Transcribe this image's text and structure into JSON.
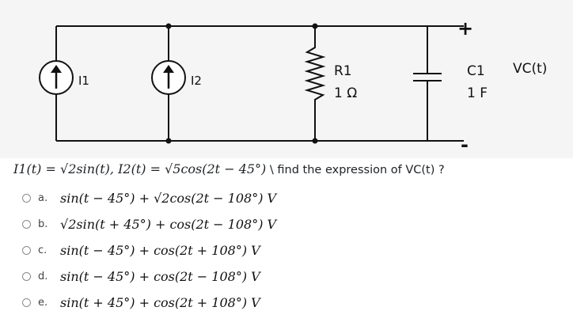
{
  "circuit": {
    "i1_label": "I1",
    "i2_label": "I2",
    "r1_name": "R1",
    "r1_value": "1 Ω",
    "c1_name": "C1",
    "c1_value": "1 F",
    "plus": "+",
    "minus": "-",
    "vc_label": "VC(t)"
  },
  "question": {
    "given": "I1(t) = √2sin(t), I2(t) = √5cos(2t − 45°)",
    "prompt": "\\ find the expression of VC(t) ?"
  },
  "options": [
    {
      "letter": "a.",
      "text": "sin(t − 45°) + √2cos(2t − 108°) V"
    },
    {
      "letter": "b.",
      "text": "√2sin(t + 45°) + cos(2t − 108°) V"
    },
    {
      "letter": "c.",
      "text": "sin(t − 45°) + cos(2t + 108°) V"
    },
    {
      "letter": "d.",
      "text": "sin(t − 45°) + cos(2t − 108°) V"
    },
    {
      "letter": "e.",
      "text": "sin(t + 45°) + cos(2t + 108°) V"
    }
  ]
}
